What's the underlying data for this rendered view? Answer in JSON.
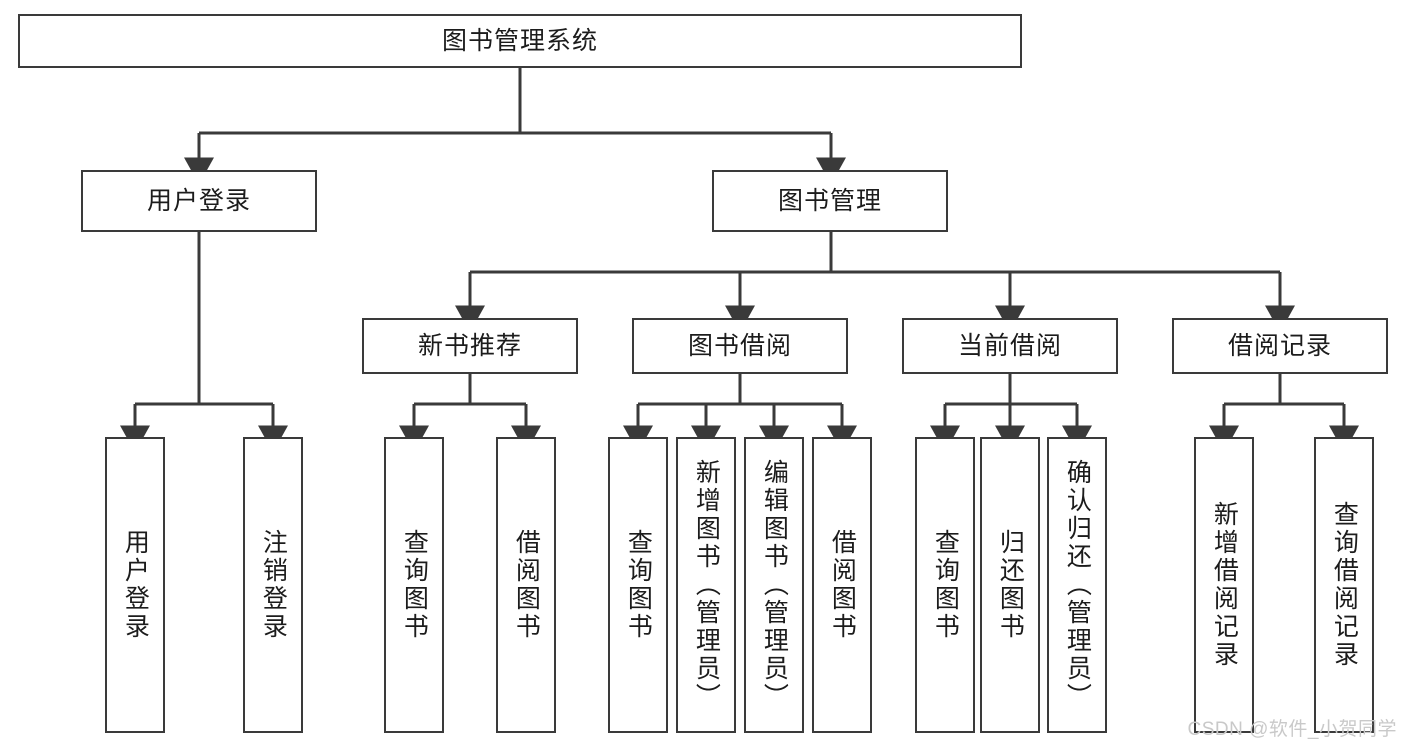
{
  "diagram": {
    "title": "图书管理系统",
    "type": "tree-hierarchy",
    "root": {
      "label": "图书管理系统"
    },
    "level2": [
      {
        "label": "用户登录"
      },
      {
        "label": "图书管理"
      }
    ],
    "level3": [
      {
        "label": "新书推荐"
      },
      {
        "label": "图书借阅"
      },
      {
        "label": "当前借阅"
      },
      {
        "label": "借阅记录"
      }
    ],
    "leaves": {
      "user_login": [
        {
          "label": "用户登录"
        },
        {
          "label": "注销登录"
        }
      ],
      "new_book_recommend": [
        {
          "label": "查询图书"
        },
        {
          "label": "借阅图书"
        }
      ],
      "book_borrow": [
        {
          "label": "查询图书"
        },
        {
          "label": "新增图书（管理员）"
        },
        {
          "label": "编辑图书（管理员）"
        },
        {
          "label": "借阅图书"
        }
      ],
      "current_borrow": [
        {
          "label": "查询图书"
        },
        {
          "label": "归还图书"
        },
        {
          "label": "确认归还（管理员）"
        }
      ],
      "borrow_record": [
        {
          "label": "新增借阅记录"
        },
        {
          "label": "查询借阅记录"
        }
      ]
    }
  },
  "watermark": {
    "text": "CSDN @软件_小贺同学"
  },
  "colors": {
    "stroke": "#3a3a3a",
    "background": "#ffffff",
    "text": "#1c1c1c",
    "watermark": "#c9c9c9"
  }
}
